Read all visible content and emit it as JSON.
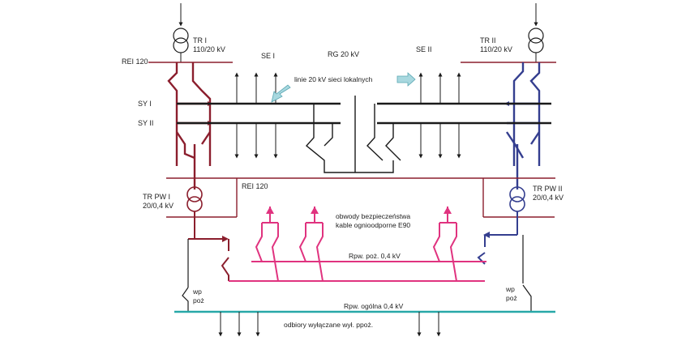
{
  "colors": {
    "maroon": "#8b1e2d",
    "navy": "#343e8f",
    "pink": "#e0337f",
    "teal": "#27a8a8",
    "black": "#1a1a1a",
    "arrow_fill": "#a8d8df"
  },
  "labels": {
    "tr1": "TR I",
    "tr1_voltage": "110/20 kV",
    "tr2": "TR II",
    "tr2_voltage": "110/20 kV",
    "rei_top": "REI 120",
    "se1": "SE I",
    "rg": "RG 20 kV",
    "se2": "SE II",
    "local_lines": "linie 20 kV sieci lokalnych",
    "sy1": "SY I",
    "sy2": "SY II",
    "trpw1": "TR PW I",
    "trpw1_voltage": "20/0,4 kV",
    "rei_mid": "REI 120",
    "trpw2": "TR PW II",
    "trpw2_voltage": "20/0,4 kV",
    "safety_circuits": "obwody bezpieczeństwa",
    "fire_cables": "kable ognioodporne E90",
    "rpw_poz": "Rpw. poż. 0,4 kV",
    "wp1": "wp",
    "poz1": "poż",
    "wp2": "wp",
    "poz2": "poż",
    "rpw_ogolna": "Rpw. ogólna 0,4 kV",
    "disconnected_loads": "odbiory wyłączane wył. ppoż."
  }
}
